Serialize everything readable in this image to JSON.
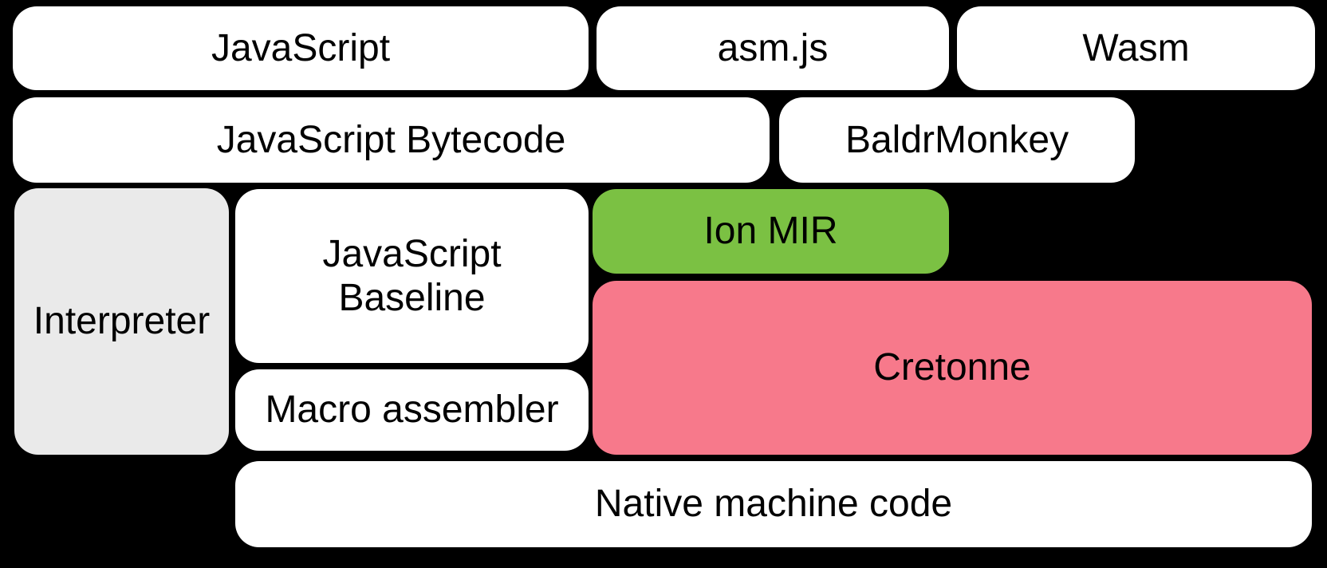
{
  "diagram": {
    "background_color": "#000000",
    "text_color": "#000000",
    "boxes": {
      "javascript": {
        "label": "JavaScript",
        "color": "#ffffff"
      },
      "asmjs": {
        "label": "asm.js",
        "color": "#ffffff"
      },
      "wasm": {
        "label": "Wasm",
        "color": "#ffffff"
      },
      "javascript_bytecode": {
        "label": "JavaScript Bytecode",
        "color": "#ffffff"
      },
      "baldrmonkey": {
        "label": "BaldrMonkey",
        "color": "#ffffff"
      },
      "interpreter": {
        "label": "Interpreter",
        "color": "#eaeaea"
      },
      "javascript_baseline": {
        "label": "JavaScript\nBaseline",
        "color": "#ffffff"
      },
      "ion_mir": {
        "label": "Ion MIR",
        "color": "#7bc143"
      },
      "cretonne": {
        "label": "Cretonne",
        "color": "#f7798b"
      },
      "macro_assembler": {
        "label": "Macro assembler",
        "color": "#ffffff"
      },
      "native_machine_code": {
        "label": "Native machine code",
        "color": "#ffffff"
      }
    }
  }
}
